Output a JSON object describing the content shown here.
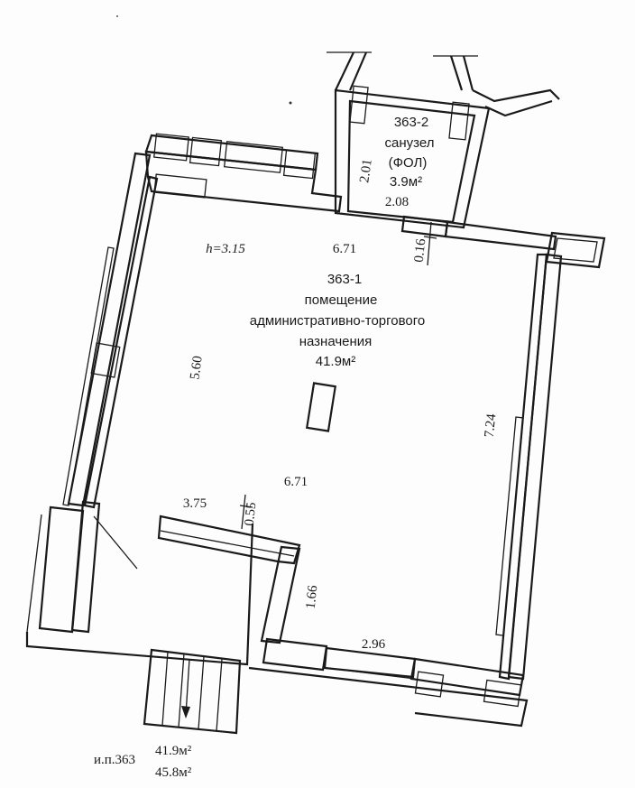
{
  "room_main": {
    "number": "363-1",
    "name_line1": "помещение",
    "name_line2": "административно-торгового",
    "name_line3": "назначения",
    "area": "41.9м²",
    "height": "h=3.15"
  },
  "room_wc": {
    "number": "363-2",
    "name": "санузел",
    "category": "(ФОЛ)",
    "area": "3.9м²"
  },
  "dimensions": {
    "top_width": "6.71",
    "bottom_width": "6.71",
    "left_height": "5.60",
    "right_height": "7.24",
    "wc_width": "2.08",
    "wc_height": "2.01",
    "wall_offset": "0.16",
    "vestibule_width": "3.75",
    "vestibule_step": "0.55",
    "lower_depth": "1.66",
    "lower_width": "2.96"
  },
  "footer": {
    "label": "и.п.363",
    "area_main": "41.9м²",
    "area_total": "45.8м²"
  }
}
